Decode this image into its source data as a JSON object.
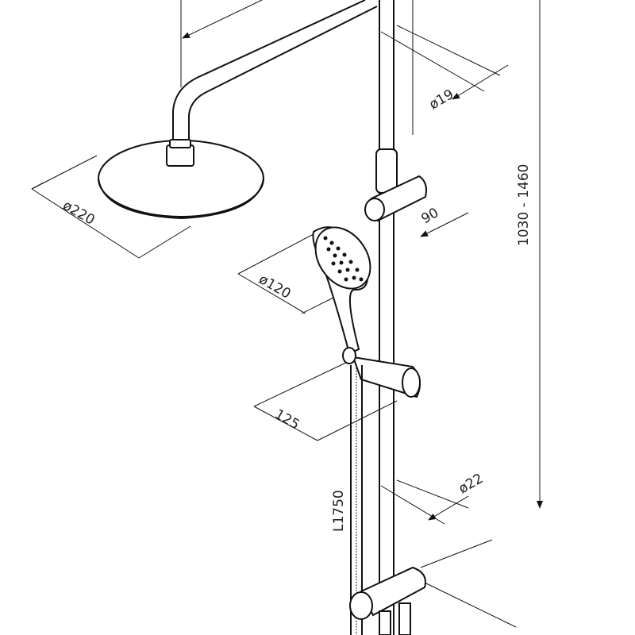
{
  "title": "Shower system dimension drawing",
  "dimensions": {
    "arm_pipe_diameter": "ø19",
    "slider_offset": "90",
    "height_range": "1030 - 1460",
    "overhead_shower_diameter": "ø220",
    "hand_shower_diameter": "ø120",
    "holder_offset": "125",
    "rail_diameter": "ø22",
    "hose_length": "L1750"
  },
  "colors": {
    "line": "#111111",
    "background": "#ffffff"
  }
}
